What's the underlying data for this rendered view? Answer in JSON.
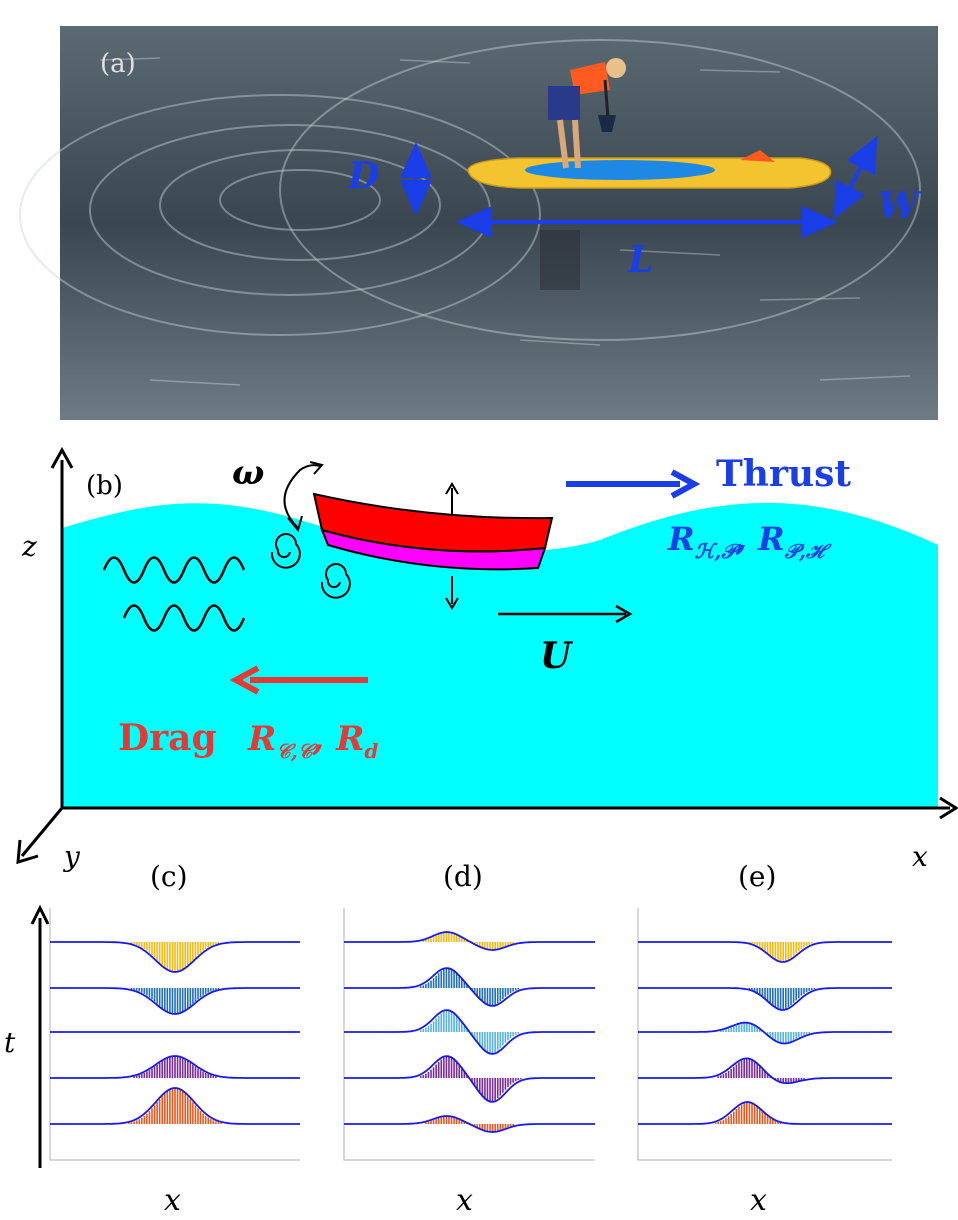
{
  "panel_a": {
    "label": "(a)",
    "dims": {
      "D": "D",
      "W": "W",
      "L": "L"
    },
    "colors": {
      "water": "#3d4b55",
      "board": "#f4c430",
      "board_inner": "#1e88e5",
      "person_vest": "#ff5a1f",
      "annot": "#1a3ee8"
    }
  },
  "panel_b": {
    "label": "(b)",
    "axes": {
      "z": "z",
      "y": "y",
      "x": "x"
    },
    "omega": "ω",
    "velocity": "U",
    "thrust": {
      "word": "Thrust",
      "terms": "R_{H,P}, R_{P,H}"
    },
    "drag": {
      "word": "Drag",
      "terms": "R_{C,C}, R_d"
    },
    "colors": {
      "water": "#00ffff",
      "hull_top": "#ff0000",
      "hull_bottom": "#ff00ff",
      "thrust": "#1a3ee8",
      "drag": "#e53935"
    }
  },
  "panels_cde": {
    "labels": [
      "(c)",
      "(d)",
      "(e)"
    ],
    "t_axis": "t",
    "x_axis": "x",
    "row_colors": [
      "#f5b90f",
      "#1f6fb8",
      "#54b3e0",
      "#7a2a9a",
      "#e8581c"
    ],
    "line_color": "#1a1ae6"
  }
}
